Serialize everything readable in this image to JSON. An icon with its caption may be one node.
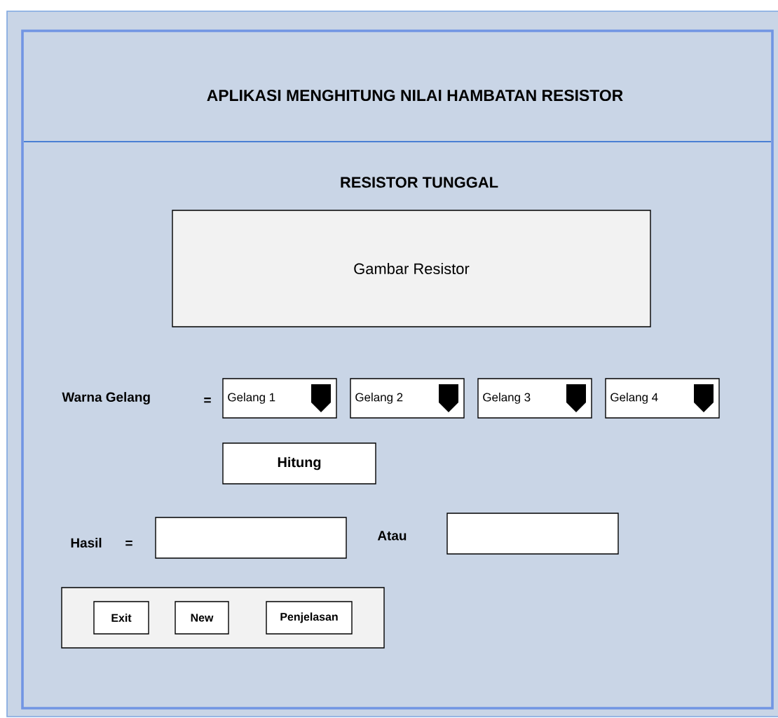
{
  "diagram": {
    "title": "APLIKASI MENGHITUNG NILAI HAMBATAN RESISTOR",
    "nodes": [
      {
        "text": [
          "Gambar Resistor"
        ]
      },
      {
        "text": [
          "Gelang 1"
        ]
      },
      {
        "text": [
          "Gelang 2"
        ]
      },
      {
        "text": [
          "Gelang 3"
        ]
      },
      {
        "text": [
          "Gelang 4"
        ]
      },
      {
        "text": [
          "Hitung"
        ]
      },
      {
        "text": [],
        "shape": "box"
      },
      {
        "text": [],
        "shape": "box"
      },
      {
        "text": [],
        "shape": "box"
      },
      {
        "text": [
          "Exit"
        ],
        "in": 8
      },
      {
        "text": [
          "New"
        ],
        "in": 8
      },
      {
        "text": [
          "Penjelasan"
        ],
        "in": 8
      }
    ],
    "labels": [
      "RESISTOR TUNGGAL",
      "Warna Gelang",
      "=",
      "Hasil",
      "=",
      "Atau"
    ]
  }
}
